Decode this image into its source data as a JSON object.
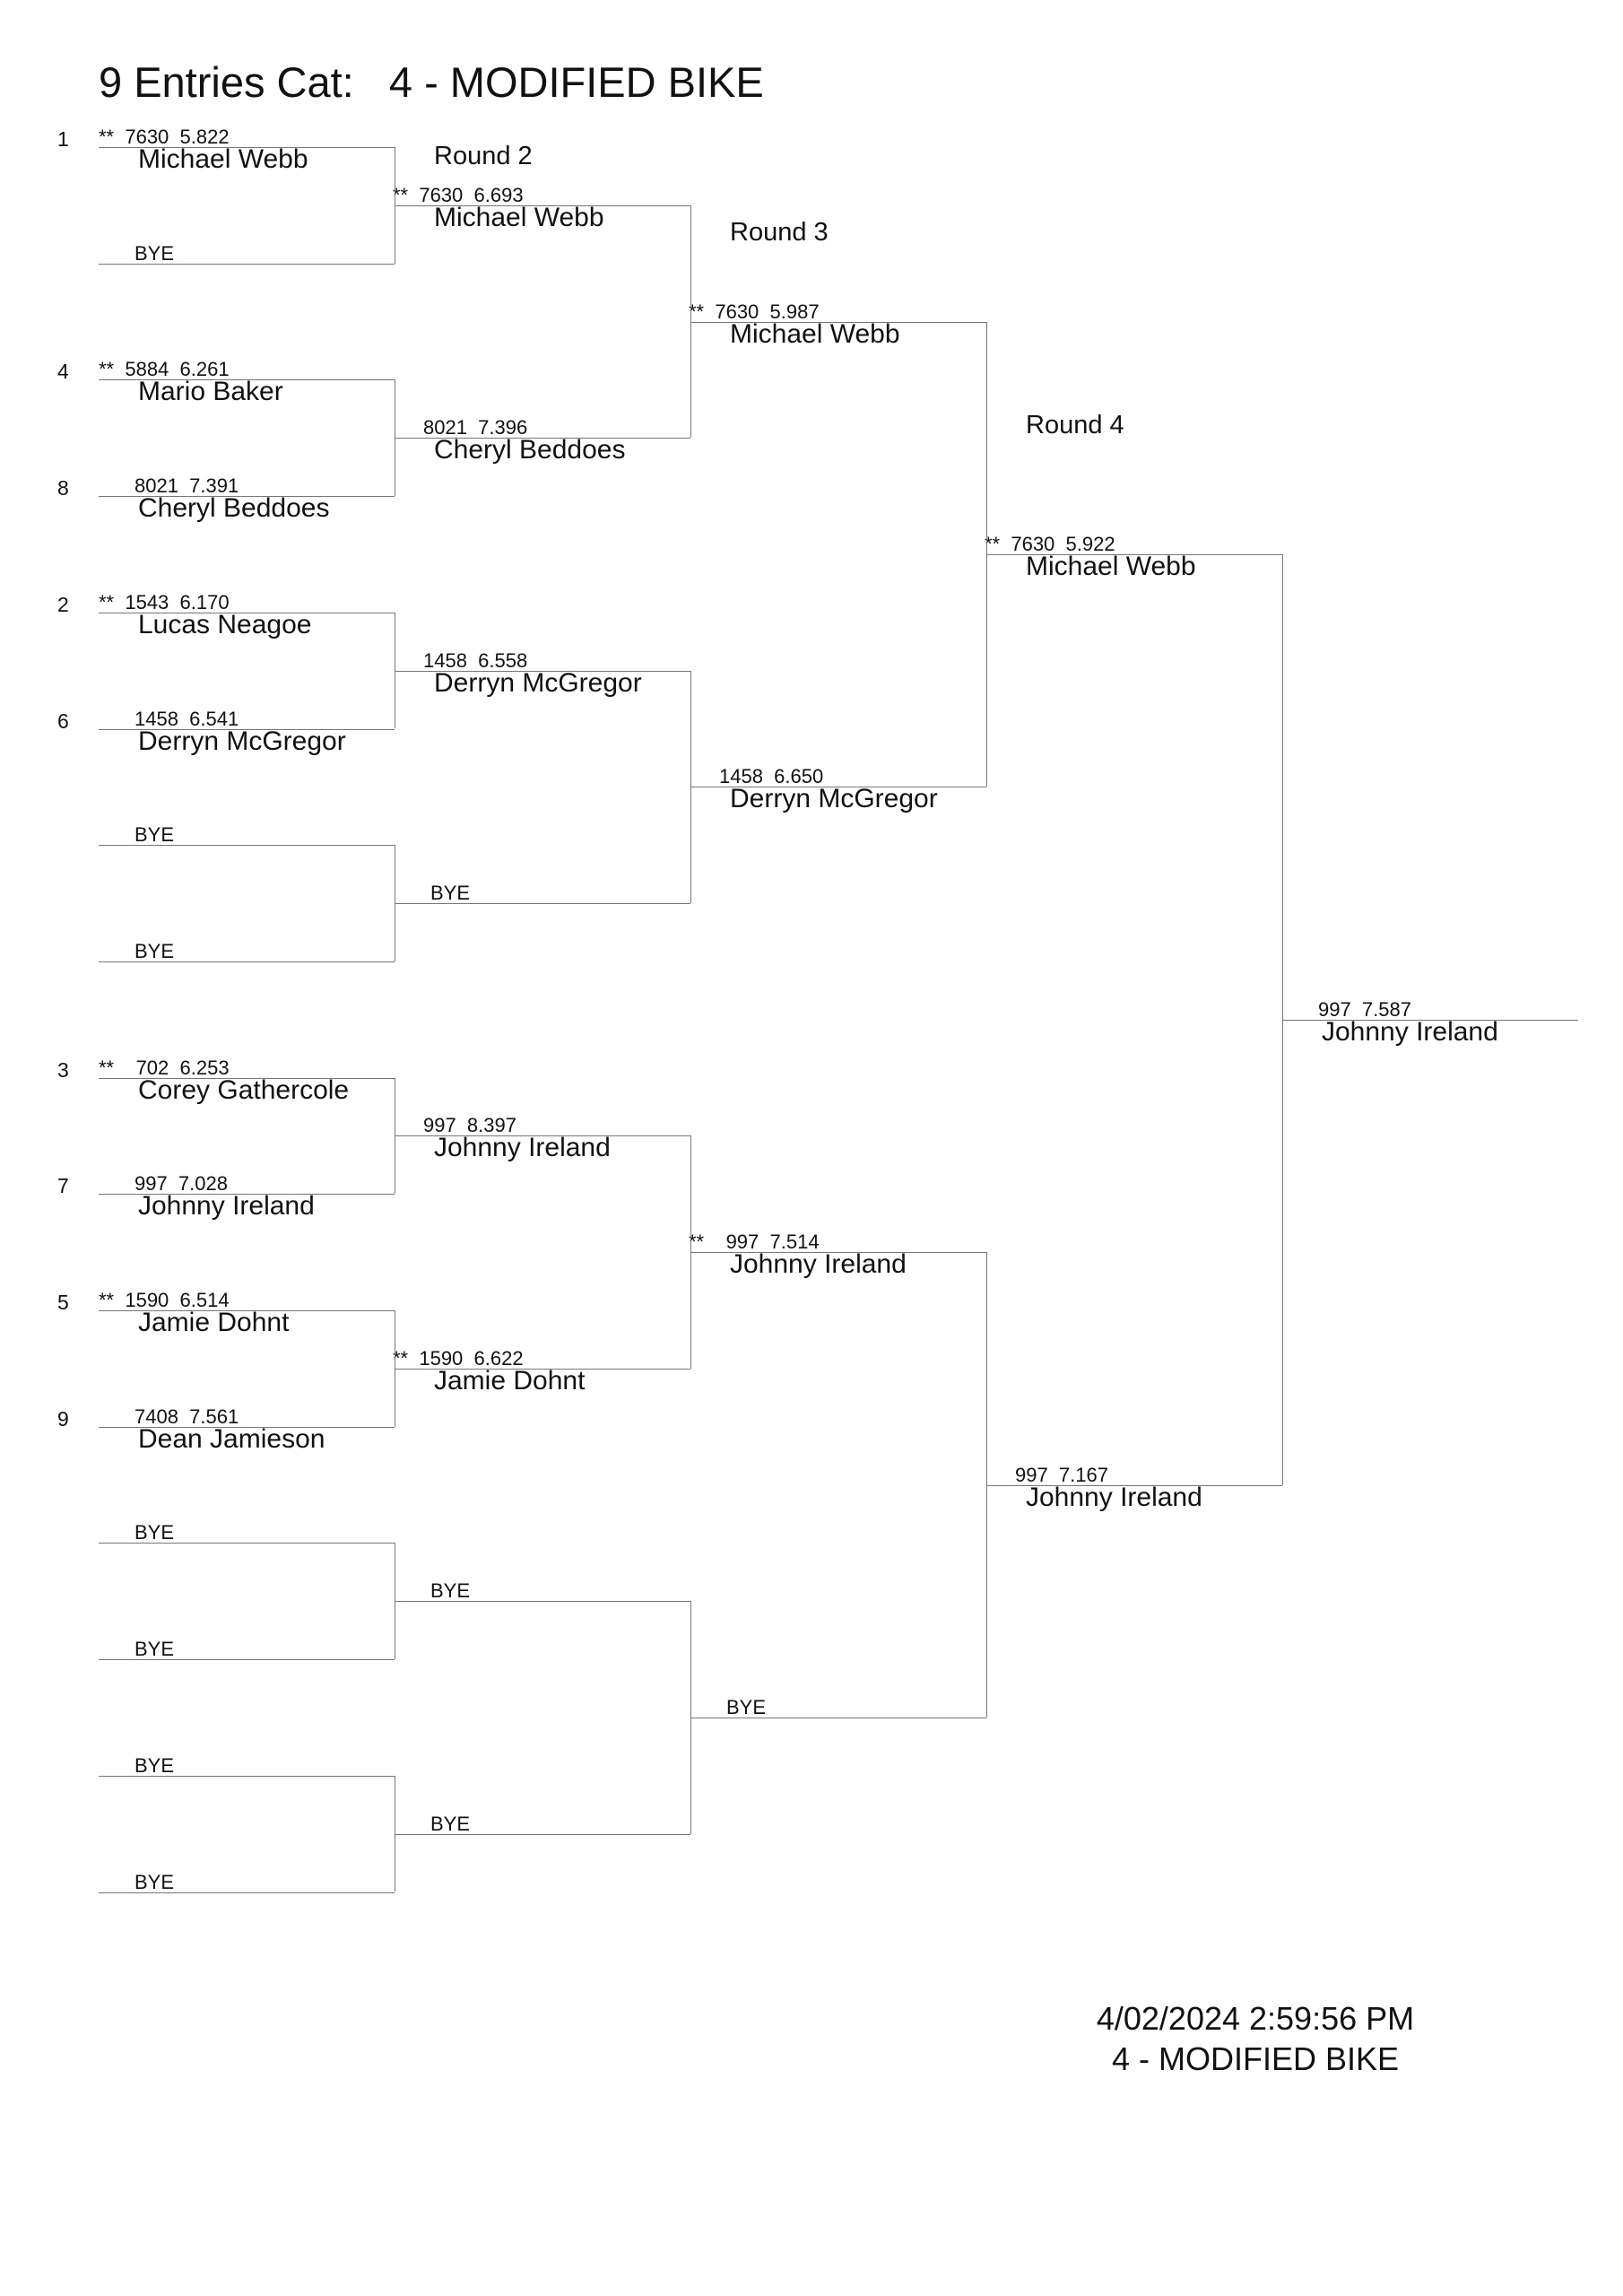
{
  "title": "9 Entries Cat:   4 - MODIFIED BIKE",
  "rounds": [
    "Round 2",
    "Round 3",
    "Round 4"
  ],
  "round1": [
    {
      "seed": "1",
      "info": "**  7630  5.822",
      "name": "Michael Webb"
    },
    {
      "seed": "",
      "info": "BYE",
      "name": ""
    },
    {
      "seed": "4",
      "info": "**  5884  6.261",
      "name": "Mario Baker"
    },
    {
      "seed": "8",
      "info": "8021  7.391",
      "name": "Cheryl Beddoes"
    },
    {
      "seed": "2",
      "info": "**  1543  6.170",
      "name": "Lucas Neagoe"
    },
    {
      "seed": "6",
      "info": "1458  6.541",
      "name": "Derryn McGregor"
    },
    {
      "seed": "",
      "info": "BYE",
      "name": ""
    },
    {
      "seed": "",
      "info": "BYE",
      "name": ""
    },
    {
      "seed": "3",
      "info": "**    702  6.253",
      "name": "Corey Gathercole"
    },
    {
      "seed": "7",
      "info": "997  7.028",
      "name": "Johnny Ireland"
    },
    {
      "seed": "5",
      "info": "**  1590  6.514",
      "name": "Jamie Dohnt"
    },
    {
      "seed": "9",
      "info": "7408  7.561",
      "name": "Dean Jamieson"
    },
    {
      "seed": "",
      "info": "BYE",
      "name": ""
    },
    {
      "seed": "",
      "info": "BYE",
      "name": ""
    },
    {
      "seed": "",
      "info": "BYE",
      "name": ""
    },
    {
      "seed": "",
      "info": "BYE",
      "name": ""
    }
  ],
  "round2": [
    {
      "info": "**  7630  6.693",
      "name": "Michael Webb"
    },
    {
      "info": "8021  7.396",
      "name": "Cheryl Beddoes"
    },
    {
      "info": "1458  6.558",
      "name": "Derryn McGregor"
    },
    {
      "info": "BYE",
      "name": ""
    },
    {
      "info": "997  8.397",
      "name": "Johnny Ireland"
    },
    {
      "info": "**  1590  6.622",
      "name": "Jamie Dohnt"
    },
    {
      "info": "BYE",
      "name": ""
    },
    {
      "info": "BYE",
      "name": ""
    }
  ],
  "round3": [
    {
      "info": "**  7630  5.987",
      "name": "Michael Webb"
    },
    {
      "info": "1458  6.650",
      "name": "Derryn McGregor"
    },
    {
      "info": "**    997  7.514",
      "name": "Johnny Ireland"
    },
    {
      "info": "BYE",
      "name": ""
    }
  ],
  "round4": [
    {
      "info": "**  7630  5.922",
      "name": "Michael Webb"
    },
    {
      "info": "997  7.167",
      "name": "Johnny Ireland"
    }
  ],
  "final": {
    "info": "997  7.587",
    "name": "Johnny Ireland"
  },
  "footer": {
    "datetime": "4/02/2024 2:59:56 PM",
    "category": "4 - MODIFIED BIKE"
  }
}
